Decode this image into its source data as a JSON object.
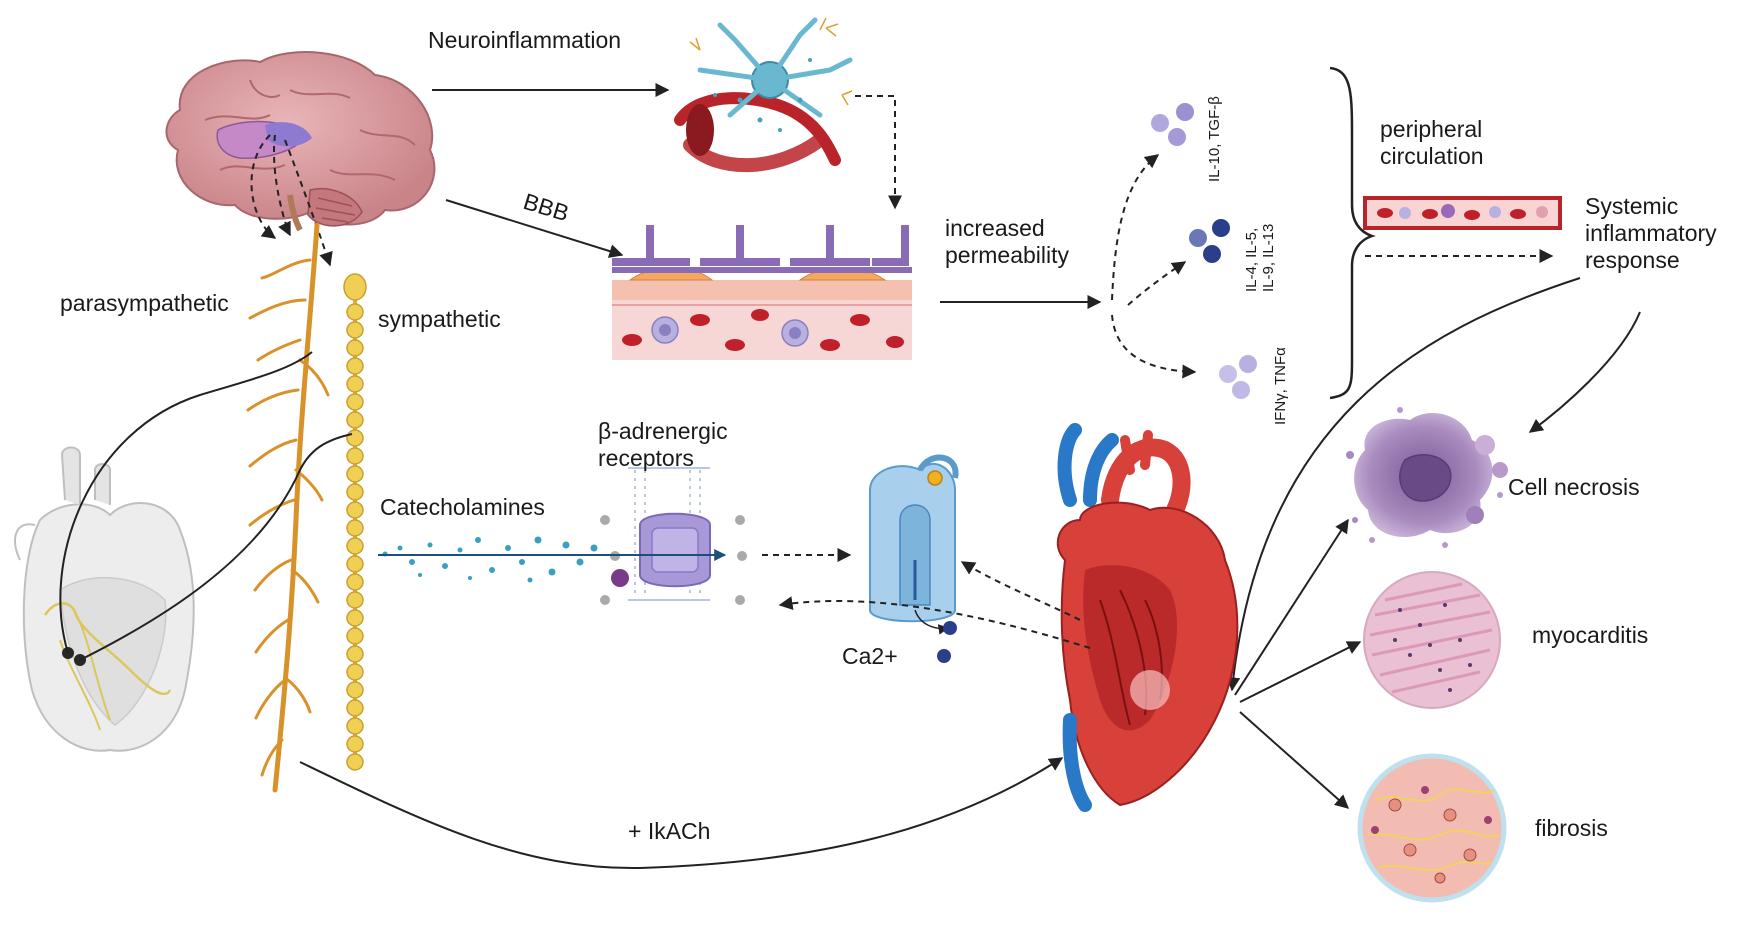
{
  "labels": {
    "neuroinflammation": "Neuroinflammation",
    "bbb": "BBB",
    "increased_permeability": "increased\npermeability",
    "parasympathetic": "parasympathetic",
    "sympathetic": "sympathetic",
    "peripheral_circulation": "peripheral\ncirculation",
    "systemic_response": "Systemic\ninflammatory\nresponse",
    "beta_receptors": "β-adrenergic\nreceptors",
    "catecholamines": "Catecholamines",
    "calcium": "Ca2+",
    "ikach": "+ IkACh",
    "cell_necrosis": "Cell necrosis",
    "myocarditis": "myocarditis",
    "fibrosis": "fibrosis"
  },
  "cytokines": {
    "group_anti": "IL-10, TGF-β",
    "group_th2": "IL-4, IL-5,\nIL-9, IL-13",
    "group_th1": "IFNγ, TNFα"
  },
  "colors": {
    "nerve": "#d9912a",
    "chain": "#f0cf55",
    "brain": "#d89aa0",
    "vessel": "#b8242a",
    "endothelium": "#8a6bb5",
    "heart_red": "#d8403a",
    "heart_blue": "#2a78c8",
    "necrosis": "#9a78b0",
    "myocarditis": "#e8b0c8",
    "fibrosis": "#f0b0a8"
  },
  "icons": [
    "brain-icon",
    "glial-cell-icon",
    "bbb-vessel-icon",
    "vessel-icon",
    "receptor-icon",
    "channel-icon",
    "heart-icon",
    "conduction-heart-icon",
    "necrosis-cell-icon",
    "myocarditis-tissue-icon",
    "fibrosis-tissue-icon"
  ]
}
